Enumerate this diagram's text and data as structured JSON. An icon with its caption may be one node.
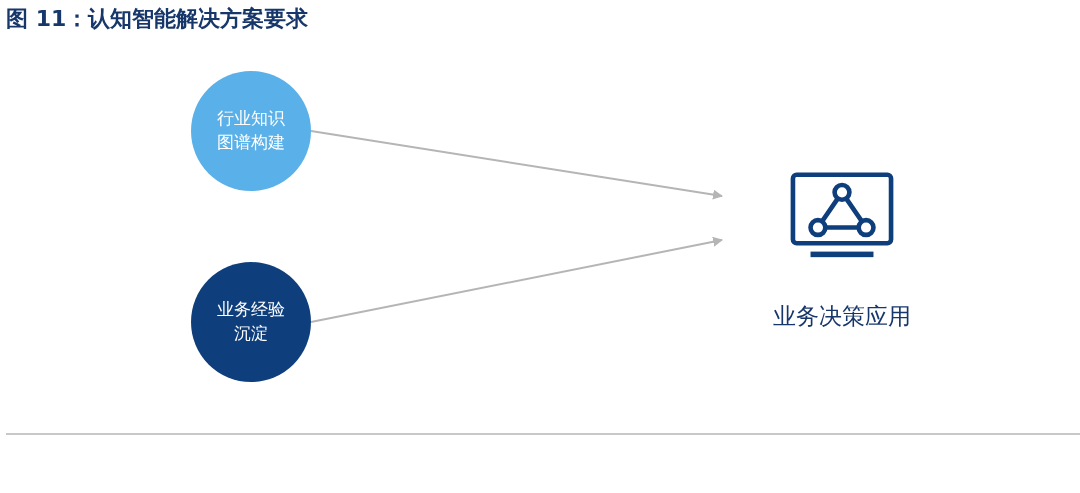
{
  "diagram": {
    "title": "图 11：认知智能解决方案要求",
    "nodes": [
      {
        "text": [
          "行业知识图谱构建"
        ]
      },
      {
        "text": [
          "业务经验沉淀"
        ]
      },
      {
        "text": [
          "业务决策应用"
        ]
      }
    ],
    "edges": [
      {
        "from": 0,
        "to": 2,
        "arrow": "to"
      },
      {
        "from": 1,
        "to": 2,
        "arrow": "to"
      }
    ]
  }
}
